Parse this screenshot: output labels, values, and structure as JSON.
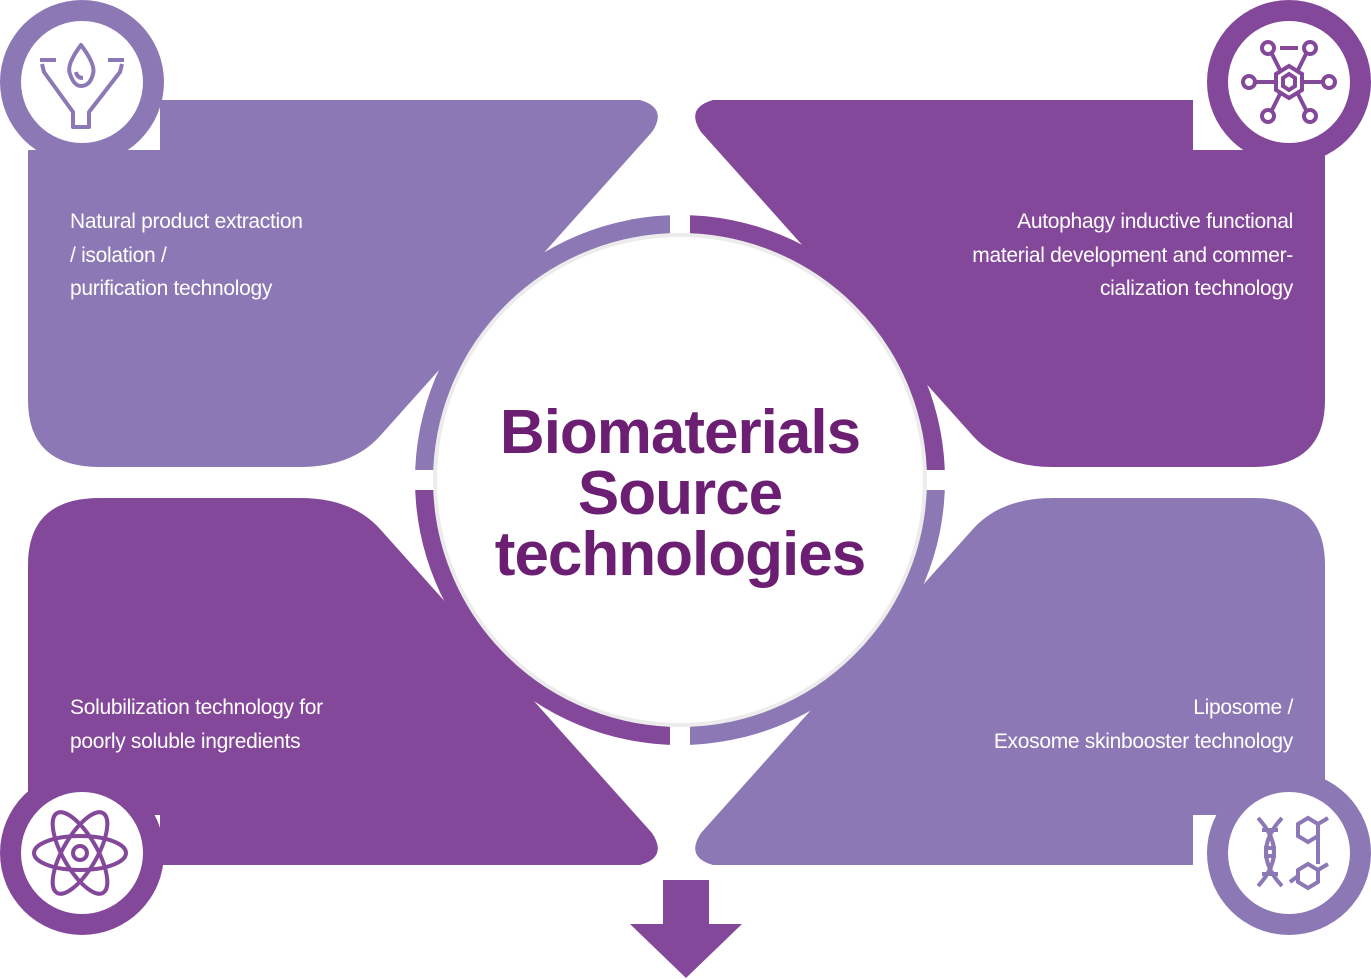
{
  "colors": {
    "light": "#8c78b4",
    "dark": "#84489a",
    "title": "#6b1e72"
  },
  "title": {
    "line1": "Biomaterials",
    "line2": "Source",
    "line3": "technologies"
  },
  "quadrants": [
    {
      "id": "top-left",
      "icon": "funnel-drop-icon",
      "lines": [
        "Natural product extraction",
        "/ isolation /",
        "purification technology"
      ]
    },
    {
      "id": "top-right",
      "icon": "molecule-network-icon",
      "lines": [
        "Autophagy inductive functional",
        "material development and commer-",
        "cialization technology"
      ]
    },
    {
      "id": "bottom-left",
      "icon": "atom-icon",
      "lines": [
        "Solubilization technology for",
        "poorly soluble ingredients"
      ]
    },
    {
      "id": "bottom-right",
      "icon": "dna-icon",
      "lines": [
        "Liposome /",
        "Exosome skinbooster technology"
      ]
    }
  ]
}
